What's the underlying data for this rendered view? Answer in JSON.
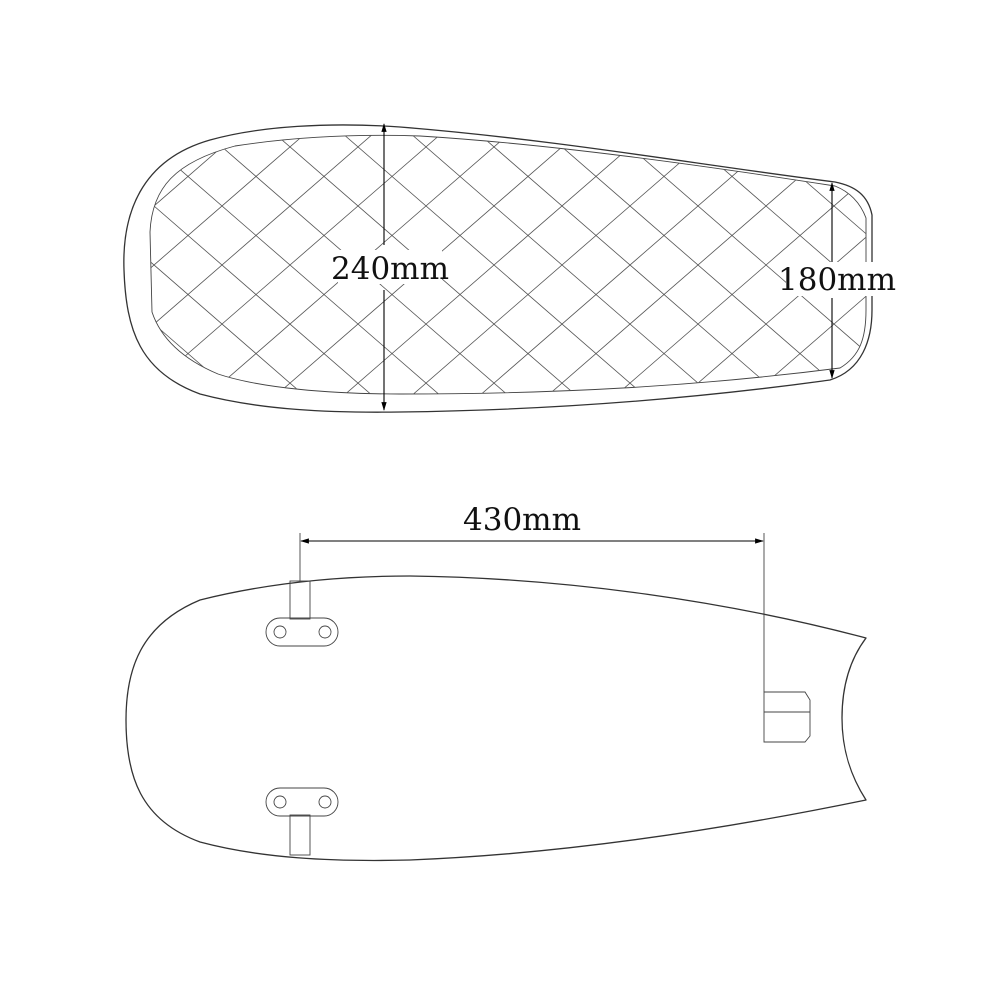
{
  "dimensions": {
    "width": {
      "label": "240mm"
    },
    "rear_width": {
      "label": "180mm"
    },
    "mount_span": {
      "label": "430mm"
    }
  },
  "colors": {
    "line": "#333333",
    "dimension": "#000000",
    "background": "#ffffff"
  }
}
